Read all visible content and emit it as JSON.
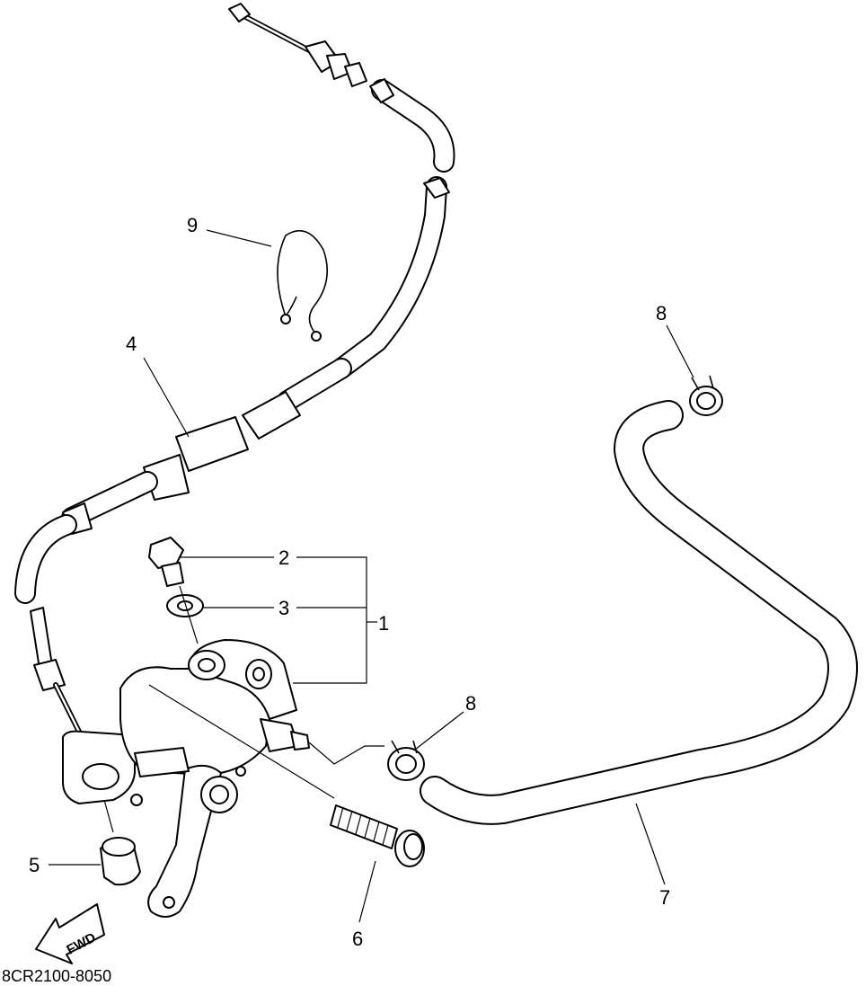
{
  "diagram": {
    "diagram_code": "8CR2100-8050",
    "fwd_label": "FWD",
    "callouts": {
      "c1": "1",
      "c2": "2",
      "c3": "3",
      "c4": "4",
      "c5": "5",
      "c6": "6",
      "c7": "7",
      "c8a": "8",
      "c8b": "8",
      "c9": "9"
    }
  }
}
